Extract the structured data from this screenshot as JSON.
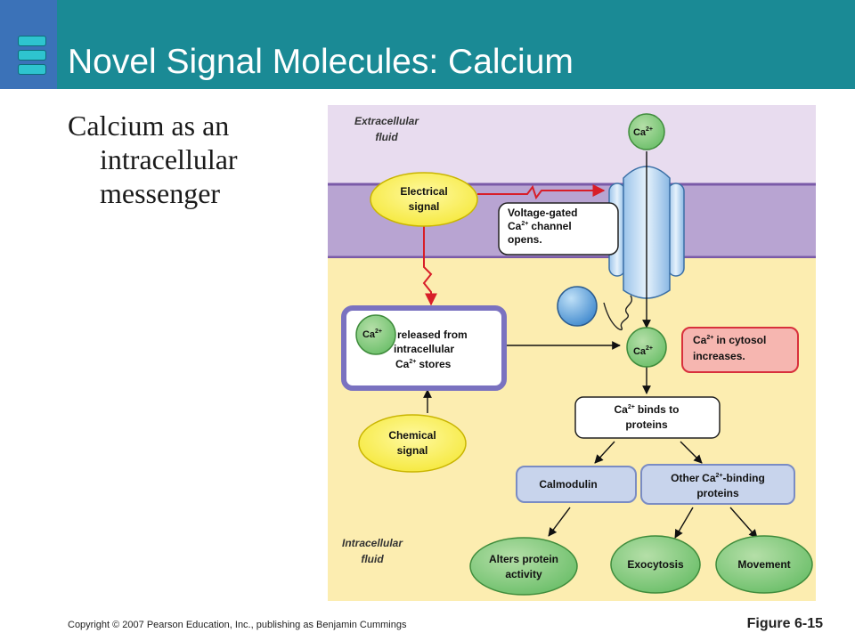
{
  "slide": {
    "title": "Novel Signal Molecules: Calcium",
    "subtitle_lines": [
      "Calcium as an",
      "intracellular",
      "messenger"
    ]
  },
  "diagram": {
    "extracellular_label": [
      "Extracellular",
      "fluid"
    ],
    "intracellular_label": [
      "Intracellular",
      "fluid"
    ],
    "ca_ion": "Ca",
    "ca_charge": "2+",
    "electrical_signal": [
      "Electrical",
      "signal"
    ],
    "channel_opens": [
      "Voltage-gated",
      "channel",
      "opens."
    ],
    "released": [
      "released from",
      "intracellular",
      "stores"
    ],
    "cytosol_increase": [
      "in cytosol",
      "increases."
    ],
    "binds": [
      "binds to",
      "proteins"
    ],
    "chemical_signal": [
      "Chemical",
      "signal"
    ],
    "calmodulin": "Calmodulin",
    "other_binding": [
      "Other",
      "-binding",
      "proteins"
    ],
    "alters": [
      "Alters protein",
      "activity"
    ],
    "exocytosis": "Exocytosis",
    "movement": "Movement"
  },
  "footer": {
    "copyright": "Copyright © 2007 Pearson Education, Inc., publishing as Benjamin Cummings",
    "figure": "Figure 6-15"
  },
  "colors": {
    "header": "#1a8a95",
    "accent": "#3b72b8",
    "membrane": "#b8a4d2",
    "extracellular": "#e8dcef",
    "cytosol": "#fcedb0",
    "signal_red": "#d81e28"
  }
}
